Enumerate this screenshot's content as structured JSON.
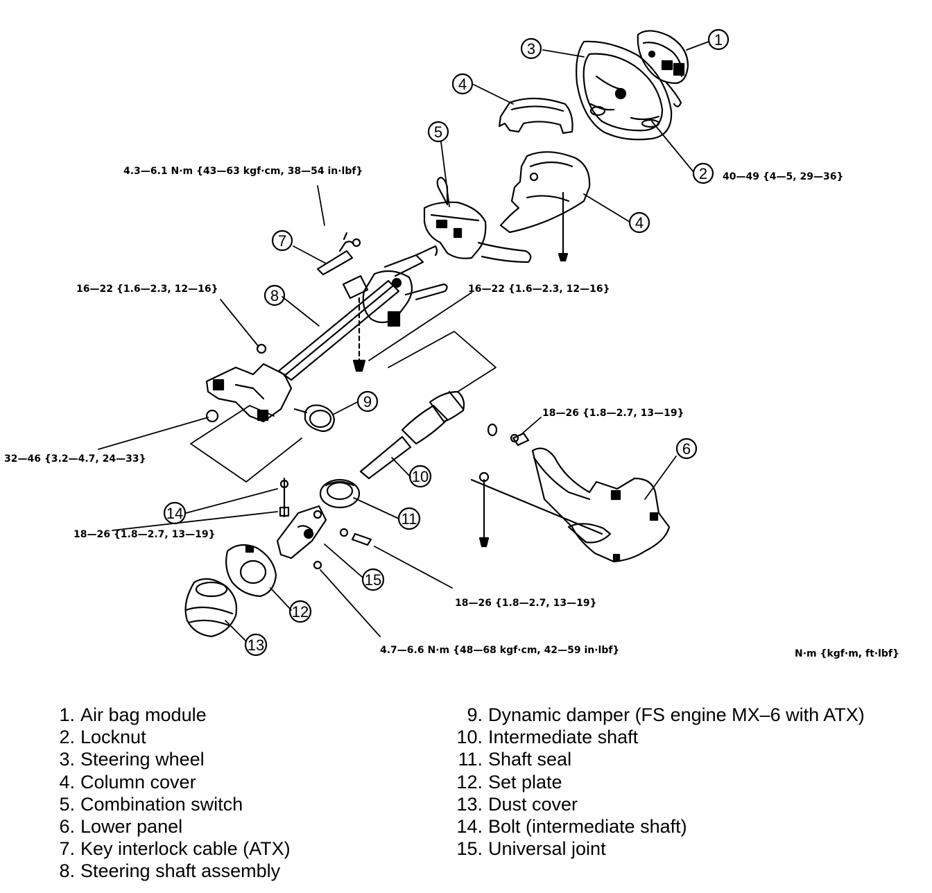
{
  "callouts": [
    "1",
    "2",
    "3",
    "4",
    "4",
    "5",
    "6",
    "7",
    "8",
    "9",
    "10",
    "11",
    "12",
    "13",
    "14",
    "15"
  ],
  "torque_specs": {
    "interlock": "4.3—6.1 N·m {43—63 kgf·cm, 38—54 in·lbf}",
    "locknut": "40—49 {4—5, 29—36}",
    "column_bracket_left": "16—22 {1.6—2.3, 12—16}",
    "column_bracket_right": "16—22 {1.6—2.3, 12—16}",
    "lower_panel": "18—26 {1.8—2.7, 13—19}",
    "column_nut": "32—46 {3.2—4.7, 24—33}",
    "intermediate_bolt": "18—26 {1.8—2.7, 13—19}",
    "universal_bolt": "18—26 {1.8—2.7, 13—19}",
    "set_plate": "4.7—6.6 N·m {48—68 kgf·cm, 42—59 in·lbf}"
  },
  "units_note": "N·m {kgf·m, ft·lbf}",
  "legend_left": [
    {
      "num": "1.",
      "label": "Air bag module"
    },
    {
      "num": "2.",
      "label": "Locknut"
    },
    {
      "num": "3.",
      "label": "Steering wheel"
    },
    {
      "num": "4.",
      "label": "Column cover"
    },
    {
      "num": "5.",
      "label": "Combination switch"
    },
    {
      "num": "6.",
      "label": "Lower panel"
    },
    {
      "num": "7.",
      "label": "Key interlock cable (ATX)"
    },
    {
      "num": "8.",
      "label": "Steering shaft assembly"
    }
  ],
  "legend_right": [
    {
      "num": "9.",
      "label": "Dynamic damper (FS engine MX–6 with ATX)"
    },
    {
      "num": "10.",
      "label": "Intermediate shaft"
    },
    {
      "num": "11.",
      "label": "Shaft seal"
    },
    {
      "num": "12.",
      "label": "Set plate"
    },
    {
      "num": "13.",
      "label": "Dust cover"
    },
    {
      "num": "14.",
      "label": "Bolt (intermediate shaft)"
    },
    {
      "num": "15.",
      "label": "Universal joint"
    }
  ]
}
